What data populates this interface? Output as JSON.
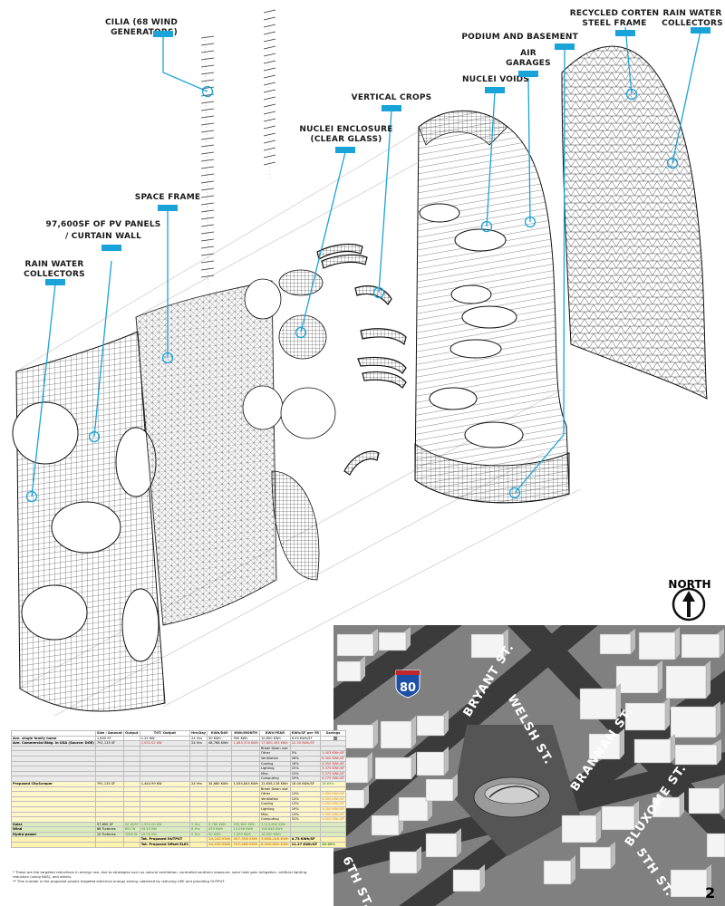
{
  "labels": {
    "cilia": "CILIA (68 WIND GENERATORS)",
    "space_frame": "SPACE FRAME",
    "pv_panels_l1": "97,600SF OF PV PANELS",
    "pv_panels_l2": "/ CURTAIN WALL",
    "rain_left_l1": "RAIN WATER",
    "rain_left_l2": "COLLECTORS",
    "nuclei_enc_l1": "NUCLEI ENCLOSURE",
    "nuclei_enc_l2": "(CLEAR GLASS)",
    "vertical_crops": "VERTICAL CROPS",
    "nuclei_voids": "NUCLEI VOIDS",
    "air_garages_l1": "AIR",
    "air_garages_l2": "GARAGES",
    "podium": "PODIUM AND BASEMENT",
    "corten_l1": "RECYCLED CORTEN",
    "corten_l2": "STEEL FRAME",
    "rain_right_l1": "RAIN WATER",
    "rain_right_l2": "COLLECTORS"
  },
  "north": "NORTH",
  "page_number": "2",
  "map": {
    "highway": "80",
    "streets": {
      "bryant": "BRYANT ST.",
      "welsh": "WELSH ST.",
      "brannan": "BRANNAN ST.",
      "bluxome": "BLUXOME ST.",
      "fifth": "5TH ST.",
      "sixth": "6TH ST."
    }
  },
  "table": {
    "headers": [
      "",
      "Size / Amount",
      "Output",
      "TOT. Output",
      "Hrs/Day",
      "KWh/DAY",
      "KWh/MONTH",
      "KWh/YEAR",
      "KWh/SF per YR",
      "Savings"
    ],
    "rows": [
      {
        "cls": "row-white",
        "cells": [
          "Ave. single family home",
          "1,800 SF",
          "",
          "1.25 KW",
          "24 Hrs",
          "30 KWh",
          "900 KWh",
          "10,800 KWh",
          "6.00 KWh/SF",
          ""
        ]
      },
      {
        "cls": "row-gray",
        "cells": [
          "Ave. Commercial Bldg. in USA (Source: DOE)",
          "791,133 SF",
          "",
          "2,032.02 KW",
          "24 Hrs",
          "48,768 KWh",
          "1,483,374 KWh",
          "17,800,493 KWh",
          "22.50 KWh/SF",
          ""
        ]
      },
      {
        "cls": "row-gray",
        "cells": [
          "",
          "",
          "",
          "",
          "",
          "",
          "",
          "Break Down use:",
          "",
          ""
        ]
      },
      {
        "cls": "row-gray",
        "cells": [
          "",
          "",
          "",
          "",
          "",
          "",
          "",
          "Other",
          "5%",
          "1.003 KWh/SF"
        ]
      },
      {
        "cls": "row-gray",
        "cells": [
          "",
          "",
          "",
          "",
          "",
          "",
          "",
          "Ventilation",
          "28%",
          "6.300 KWh/SF"
        ]
      },
      {
        "cls": "row-gray",
        "cells": [
          "",
          "",
          "",
          "",
          "",
          "",
          "",
          "Cooling",
          "18%",
          "4.050 KWh/SF"
        ]
      },
      {
        "cls": "row-gray",
        "cells": [
          "",
          "",
          "",
          "",
          "",
          "",
          "",
          "Lighting",
          "15%",
          "3.375 KWh/SF"
        ]
      },
      {
        "cls": "row-gray",
        "cells": [
          "",
          "",
          "",
          "",
          "",
          "",
          "",
          "Misc.",
          "15%",
          "3.375 KWh/SF"
        ]
      },
      {
        "cls": "row-gray",
        "cells": [
          "",
          "",
          "",
          "",
          "",
          "",
          "",
          "Computing",
          "19%",
          "4.275 KWh/SF"
        ]
      },
      {
        "cls": "row-yel",
        "cells": [
          "Proposed CityScraper",
          "791,133 SF",
          "",
          "1,444.99 KW",
          "24 Hrs",
          "34,680 KWh",
          "1,054,844 KWh",
          "12,658,128 KWh",
          "16.00 KWh/SF",
          "28.89%"
        ]
      },
      {
        "cls": "row-yel",
        "cells": [
          "",
          "",
          "",
          "",
          "",
          "",
          "",
          "Break Down use:",
          "",
          ""
        ]
      },
      {
        "cls": "row-yel",
        "cells": [
          "",
          "",
          "",
          "",
          "",
          "",
          "",
          "Other",
          "13%",
          "2.000 KWh/SF"
        ]
      },
      {
        "cls": "row-yel",
        "cells": [
          "",
          "",
          "",
          "",
          "",
          "",
          "",
          "Ventilation",
          "13%",
          "2.000 KWh/SF"
        ]
      },
      {
        "cls": "row-yel",
        "cells": [
          "",
          "",
          "",
          "",
          "",
          "",
          "",
          "Cooling",
          "13%",
          "2.000 KWh/SF"
        ]
      },
      {
        "cls": "row-yel",
        "cells": [
          "",
          "",
          "",
          "",
          "",
          "",
          "",
          "Lighting",
          "19%",
          "3.000 KWh/SF"
        ]
      },
      {
        "cls": "row-yel",
        "cells": [
          "",
          "",
          "",
          "",
          "",
          "",
          "",
          "Misc.",
          "13%",
          "2.000 KWh/SF"
        ]
      },
      {
        "cls": "row-yel",
        "cells": [
          "",
          "",
          "",
          "",
          "",
          "",
          "",
          "Computing",
          "31%",
          "5.000 KWh/SF"
        ]
      },
      {
        "cls": "row-grn",
        "cells": [
          "Solar",
          "97,600 SF",
          "20 W/SF",
          "1,952.00 KW",
          "5 Hrs",
          "9,760 KWh",
          "292,800 KWh",
          "3,513,600 KWh",
          "",
          ""
        ]
      },
      {
        "cls": "row-grn",
        "cells": [
          "Wind",
          "68 Turbines",
          "800 W",
          "54.40 KW",
          "8 Hrs",
          "435 KWh",
          "13,056 KWh",
          "156,648 KWh",
          "",
          ""
        ]
      },
      {
        "cls": "row-grn",
        "cells": [
          "Hydro-power",
          "10 Turbines",
          "1000 W",
          "10.00 KW",
          "5 Hrs",
          "50 KWh",
          "1,500 KWh",
          "18,000 KWh",
          "",
          ""
        ]
      },
      {
        "cls": "row-tot",
        "cells": [
          "",
          "",
          "",
          "Tot. Proposed OUTPUT",
          "",
          "10,245 KWh",
          "307,356 KWh",
          "3,688,248 KWh",
          "4.73 KWh/SF",
          ""
        ]
      },
      {
        "cls": "row-tot",
        "cells": [
          "",
          "",
          "",
          "Tot. Proposed Offset ELEC",
          "",
          "24,435 KWh",
          "747,488 KWh",
          "8,969,880 KWh",
          "11.27 KWh/SF",
          "49.89%"
        ]
      }
    ]
  },
  "notes": [
    "* These are the targeted reductions in energy use, due to strategies such as natural ventilation, controlled southern exposure, solar heat gain mitigation, artificial lighting reduction (using BAS), and others.",
    "** This number is the proposed project targeted electrical energy saving, obtained by reducing USE and providing OUTPUT."
  ],
  "colors": {
    "accent": "#1aa3d9",
    "map_dark": "#7f7f7f",
    "map_road": "#3a3a3a",
    "building_top": "#f4f4f4"
  }
}
